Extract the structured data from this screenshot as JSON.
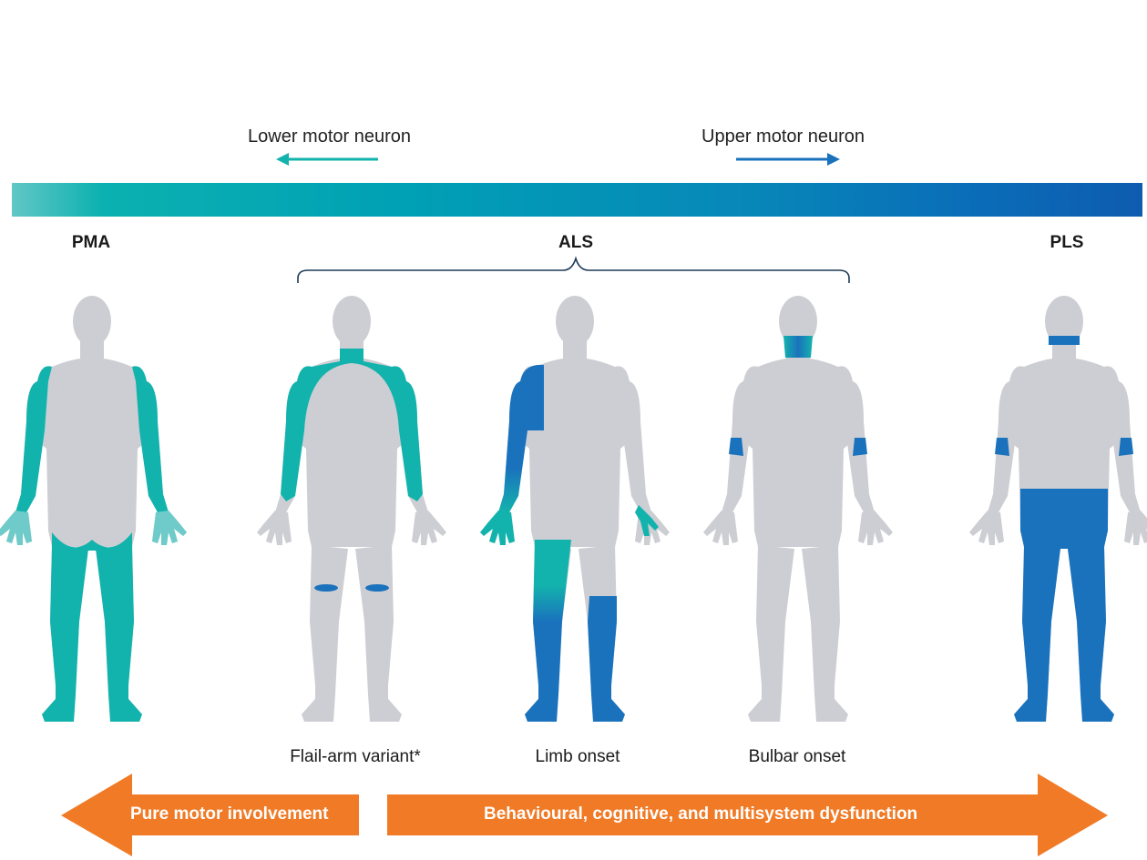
{
  "direction": {
    "lower_label": "Lower motor neuron",
    "upper_label": "Upper motor neuron",
    "lower_color": "#13b3ad",
    "upper_color": "#1a72bd"
  },
  "categories": {
    "pma": "PMA",
    "als": "ALS",
    "pls": "PLS"
  },
  "figures": [
    {
      "id": "pma",
      "label": ""
    },
    {
      "id": "flail-arm",
      "label": "Flail-arm variant*"
    },
    {
      "id": "limb-onset",
      "label": "Limb onset"
    },
    {
      "id": "bulbar-onset",
      "label": "Bulbar onset"
    },
    {
      "id": "pls",
      "label": ""
    }
  ],
  "bottom_arrows": {
    "left_label": "Pure motor involvement",
    "right_label": "Behavioural, cognitive, and multisystem dysfunction",
    "color": "#f07a25"
  },
  "colors": {
    "body": "#cdced3",
    "teal": "#13b3ad",
    "blue": "#1a72bd",
    "light_teal": "#6ecbc9",
    "orange": "#f07a25"
  }
}
